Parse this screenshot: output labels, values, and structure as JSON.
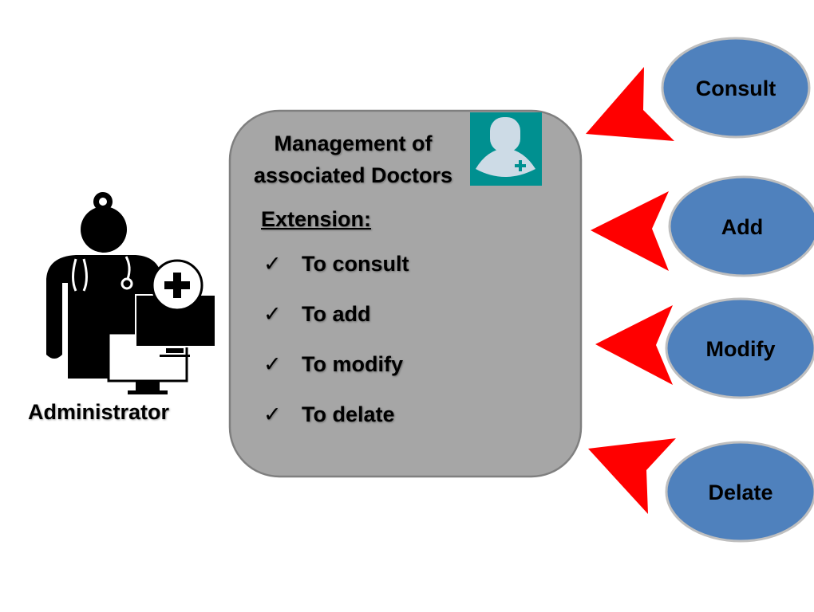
{
  "actor": {
    "label": "Administrator",
    "icon": "doctor-with-computer-icon"
  },
  "box": {
    "title_line1": "Management of",
    "title_line2": "associated Doctors",
    "icon": "doctor-add-icon",
    "extension_label": "Extension:",
    "items": [
      {
        "check": "✓",
        "label": "To consult"
      },
      {
        "check": "✓",
        "label": "To add"
      },
      {
        "check": "✓",
        "label": "To modify"
      },
      {
        "check": "✓",
        "label": "To delate"
      }
    ]
  },
  "actions": [
    {
      "label": "Consult"
    },
    {
      "label": "Add"
    },
    {
      "label": "Modify"
    },
    {
      "label": "Delate"
    }
  ],
  "colors": {
    "box_fill": "#a6a6a6",
    "ellipse_fill": "#4f81bd",
    "arrow": "#ff0000",
    "icon_bg": "#009090"
  }
}
